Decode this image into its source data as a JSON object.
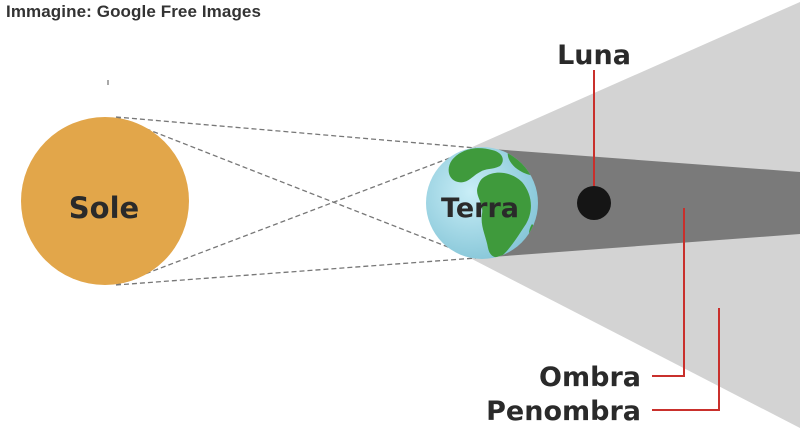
{
  "caption": "Immagine: Google Free Images",
  "labels": {
    "sun": "Sole",
    "earth": "Terra",
    "moon": "Luna",
    "umbra": "Ombra",
    "penumbra": "Penombra"
  },
  "colors": {
    "sun": "#e2a64a",
    "penumbra": "#d3d3d3",
    "umbra": "#7a7a7a",
    "ocean": "#a9dbe9",
    "land": "#3f9a3c",
    "moon": "#151515",
    "pointer": "#c9302c",
    "text": "#2a2a2a"
  }
}
